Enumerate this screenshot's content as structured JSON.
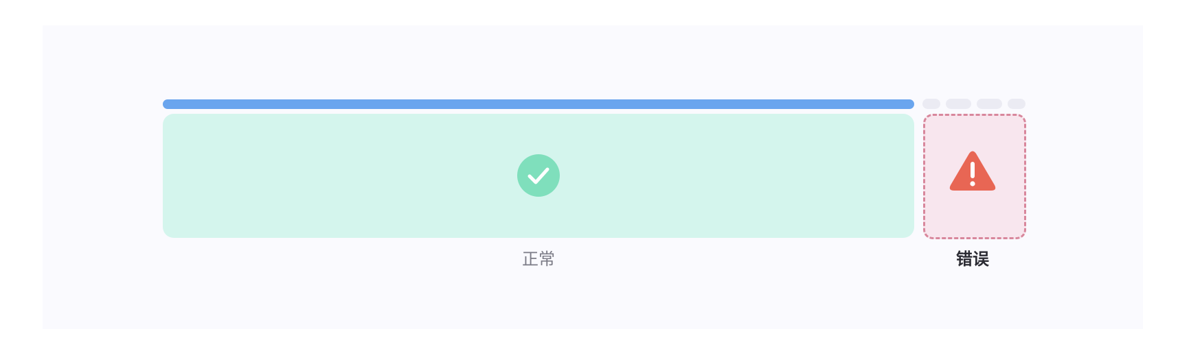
{
  "segments": [
    {
      "status": "normal",
      "label": "正常",
      "icon": "check-circle-icon"
    },
    {
      "status": "error",
      "label": "错误",
      "icon": "warning-triangle-icon"
    }
  ],
  "colors": {
    "progress_fill": "#6aa5ee",
    "progress_pending": "#ebebf3",
    "normal_bg": "#d4f5ed",
    "normal_icon": "#7fdfbc",
    "error_bg": "#f8e6ee",
    "error_border": "#d8879c",
    "error_icon": "#e86654"
  }
}
